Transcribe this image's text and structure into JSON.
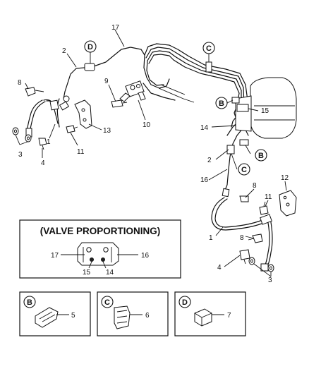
{
  "callouts": {
    "c17_top": "17",
    "c2_top": "2",
    "cD_top": "D",
    "cC_top": "C",
    "c9": "9",
    "c8_left": "8",
    "c3_left": "3",
    "c1_left": "1",
    "c4_left": "4",
    "c11_left": "11",
    "c13": "13",
    "c10": "10",
    "cB_mid": "B",
    "c15": "15",
    "c14": "14",
    "cB_right": "B",
    "c2_right": "2",
    "cC_right": "C",
    "c16": "16",
    "c12": "12",
    "c8_right_top": "8",
    "c11_right": "11",
    "c8_right_bottom": "8",
    "c1_right": "1",
    "c4_right": "4",
    "c3_right": "3"
  },
  "valve_box": {
    "title": "(VALVE PROPORTIONING)",
    "labels": {
      "l17": "17",
      "l16": "16",
      "l15": "15",
      "l14": "14"
    }
  },
  "detail_boxes": [
    {
      "letter": "B",
      "number": "5"
    },
    {
      "letter": "C",
      "number": "6"
    },
    {
      "letter": "D",
      "number": "7"
    }
  ]
}
